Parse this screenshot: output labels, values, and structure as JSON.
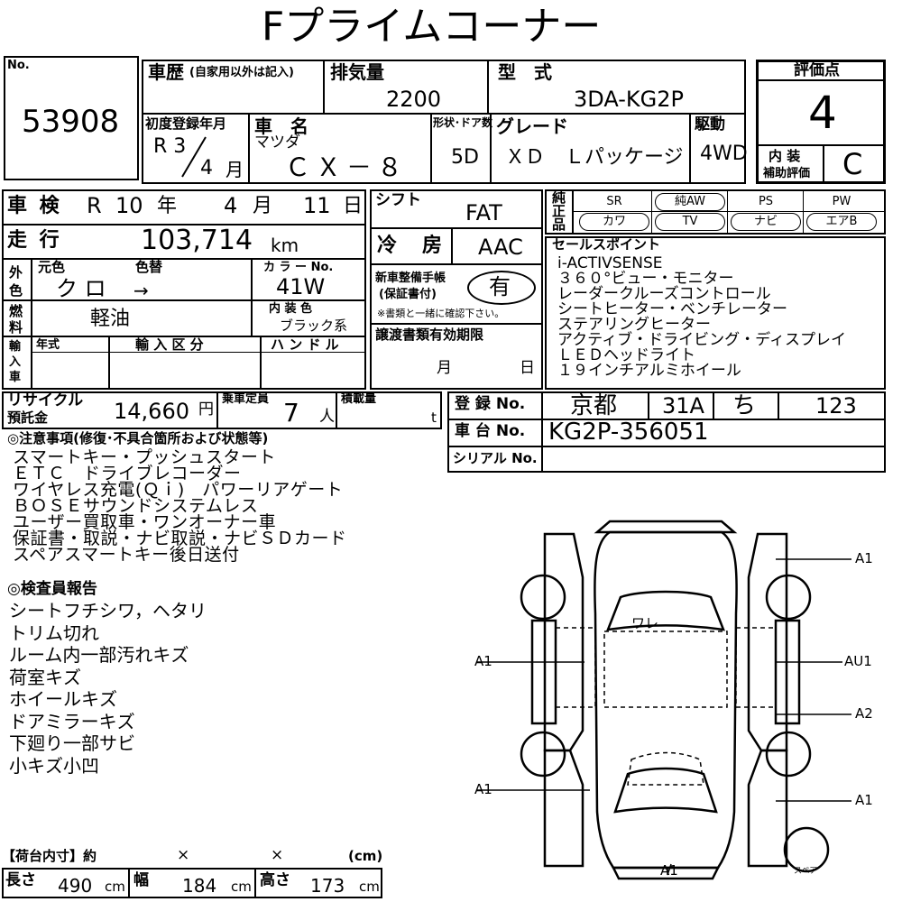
{
  "title": "Fプライムコーナー",
  "lot": {
    "no_label": "No.",
    "number": "53908"
  },
  "history": {
    "label": "車歴",
    "note": "(自家用以外は記入)"
  },
  "displacement": {
    "label": "排気量",
    "value": "2200"
  },
  "model": {
    "label": "型　式",
    "value": "3DA-KG2P"
  },
  "score": {
    "label": "評価点",
    "value": "4",
    "interior_label1": "内 装",
    "interior_label2": "補助評価",
    "interior_value": "C"
  },
  "first_reg": {
    "label": "初度登録年月",
    "era": "R 3",
    "month": "4",
    "month_unit": "月"
  },
  "car_name": {
    "label": "車　名",
    "maker": "マツダ",
    "value": "ＣＸ－８"
  },
  "doors": {
    "label": "形状･ドア数",
    "value": "5D"
  },
  "grade": {
    "label": "グレード",
    "value": "ＸＤ　Ｌパッケージ"
  },
  "drive": {
    "label": "駆動",
    "value": "4WD"
  },
  "inspection": {
    "label": "車 検",
    "era": "R",
    "year": "10",
    "year_unit": "年",
    "month": "4",
    "month_unit": "月",
    "day": "11",
    "day_unit": "日"
  },
  "shift": {
    "label": "シフト",
    "value": "FAT"
  },
  "mileage": {
    "label": "走 行",
    "value": "103,714",
    "unit": "km"
  },
  "ac": {
    "label": "冷　房",
    "value": "AAC"
  },
  "exterior": {
    "label_v": "外色",
    "orig_label": "元色",
    "change_label": "色替",
    "orig": "ク ロ",
    "arrow": "→",
    "color_no_label": "カ ラ ー No.",
    "color_no": "41W"
  },
  "fuel": {
    "label_v": "燃料",
    "value": "軽油",
    "interior_color_label": "内 装 色",
    "interior_color": "ブラック系"
  },
  "warranty": {
    "label1": "新車整備手帳",
    "label2": "(保証書付)",
    "value": "有",
    "note": "※書類と一緒に確認下さい。"
  },
  "import": {
    "label_v": "輸入車",
    "year_label": "年式",
    "cat_label": "輸 入 区 分",
    "handle_label": "ハ ン ド ル"
  },
  "docs_expiry": {
    "label": "譲渡書類有効期限",
    "month_unit": "月",
    "day_unit": "日"
  },
  "equipment": {
    "label_v": "純正品",
    "items": [
      "SR",
      "純AW",
      "PS",
      "PW",
      "カワ",
      "TV",
      "ナビ",
      "エアB"
    ],
    "circled": [
      "純AW",
      "カワ",
      "TV",
      "ナビ",
      "エアB"
    ]
  },
  "sales_points": {
    "label": "セールスポイント",
    "lines": [
      "i-ACTIVSENSE",
      "３６０°ビュー・モニター",
      "レーダークルーズコントロール",
      "シートヒーター・ベンチレーター",
      "ステアリングヒーター",
      "アクティブ・ドライビング・ディスプレイ",
      "ＬＥＤヘッドライト",
      "１９インチアルミホイール"
    ]
  },
  "recycle": {
    "label1": "リサイクル",
    "label2": "預託金",
    "value": "14,660",
    "unit": "円"
  },
  "capacity": {
    "label": "乗車定員",
    "value": "7",
    "unit": "人"
  },
  "load": {
    "label": "積載量",
    "unit": "t"
  },
  "registration": {
    "label": "登 録 No.",
    "area": "京都",
    "class": "31A",
    "kana": "ち",
    "number": "123"
  },
  "chassis": {
    "label": "車 台 No.",
    "value": "KG2P-356051"
  },
  "serial": {
    "label": "シリアル No."
  },
  "notes": {
    "label": "◎注意事項(修復･不具合箇所および状態等)",
    "lines": [
      "スマートキー・プッシュスタート",
      "ＥＴＣ　ドライブレコーダー",
      "ワイヤレス充電(Ｑｉ)　パワーリアゲート",
      "ＢＯＳＥサウンドシステムレス",
      "ユーザー買取車・ワンオーナー車",
      "保証書・取説・ナビ取説・ナビＳＤカード",
      "スペアスマートキー後日送付"
    ]
  },
  "inspector": {
    "label": "◎検査員報告",
    "lines": [
      "シートフチシワ，ヘタリ",
      "トリム切れ",
      "ルーム内一部汚れキズ",
      "荷室キズ",
      "ホイールキズ",
      "ドアミラーキズ",
      "下廻り一部サビ",
      "小キズ小凹"
    ]
  },
  "cargo": {
    "label": "【荷台内寸】約",
    "x1": "×",
    "x2": "×",
    "unit_label": "(cm)",
    "len_label": "長さ",
    "len": "490",
    "wid_label": "幅",
    "wid": "184",
    "hei_label": "高さ",
    "hei": "173",
    "cm": "cm"
  },
  "diagram": {
    "windshield": "ワレ",
    "spare": "スペア",
    "codes": {
      "front_right": "A1",
      "left_front": "A1",
      "right_mid": "AU1",
      "right_rear": "A2",
      "left_rear": "A1",
      "rear_right": "A1",
      "rear": "A1"
    }
  }
}
